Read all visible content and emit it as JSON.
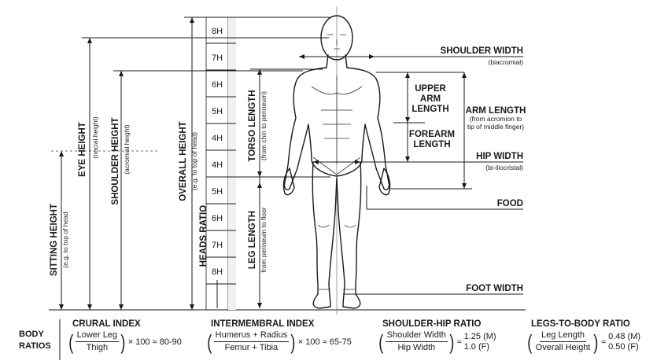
{
  "heads": [
    "8H",
    "7H",
    "6H",
    "5H",
    "4H",
    "4H",
    "5H",
    "6H",
    "7H",
    "8H"
  ],
  "vertical_labels": {
    "sitting_height": {
      "title": "SITTING HEIGHT",
      "sub": "(e.g. to top of head"
    },
    "eye_height": {
      "title": "EYE HEIGHT",
      "sub": "(nocial height)"
    },
    "shoulder_height": {
      "title": "SHOULDER HEIGHT",
      "sub": "(acromial height)"
    },
    "overall_height": {
      "title": "OVERALL HEIGHT",
      "sub": "(e.g. to top of head)"
    },
    "heads_ratio": {
      "title": "HEADS RATIO"
    },
    "torso_length": {
      "title": "TORSO LENGTH",
      "sub": "(from chin to perineum)"
    },
    "leg_length": {
      "title": "LEG LENGTH",
      "sub": "from perineum to floor"
    }
  },
  "right_labels": {
    "shoulder_width": {
      "title": "SHOULDER WIDTH",
      "sub": "(biacromial)"
    },
    "upper_arm": [
      "UPPER",
      "ARM",
      "LENGTH"
    ],
    "forearm": [
      "FOREARM",
      "LENGTH"
    ],
    "arm_length": {
      "title": "ARM LENGTH",
      "sub1": "(from acromion to",
      "sub2": "tip of middle finger)"
    },
    "hip_width": {
      "title": "HIP WIDTH",
      "sub": "(bi-iliocristal)"
    },
    "food": "FOOD",
    "foot_width": "FOOT WIDTH"
  },
  "ratios": {
    "label_line1": "BODY",
    "label_line2": "RATIOS",
    "crural": {
      "title": "CRURAL INDEX",
      "num": "Lower Leg",
      "den": "Thigh",
      "tail": "× 100 ≈ 80-90"
    },
    "intermembral": {
      "title": "INTERMEMBRAL INDEX",
      "num": "Humerus + Radius",
      "den": "Femur + Tibia",
      "tail": "× 100 ≈ 65-75"
    },
    "shoulder_hip": {
      "title": "SHOULDER-HIP RATIO",
      "num": "Shoulder Width",
      "den": "Hip Width",
      "approx": "≈",
      "v1": "1.25 (M)",
      "v2": "1.0 (F)"
    },
    "legs_body": {
      "title": "LEGS-TO-BODY RATIO",
      "num": "Leg Length",
      "den": "Overall Height",
      "approx": "≈",
      "v1": "0.48 (M)",
      "v2": "0.50 (F)"
    }
  }
}
